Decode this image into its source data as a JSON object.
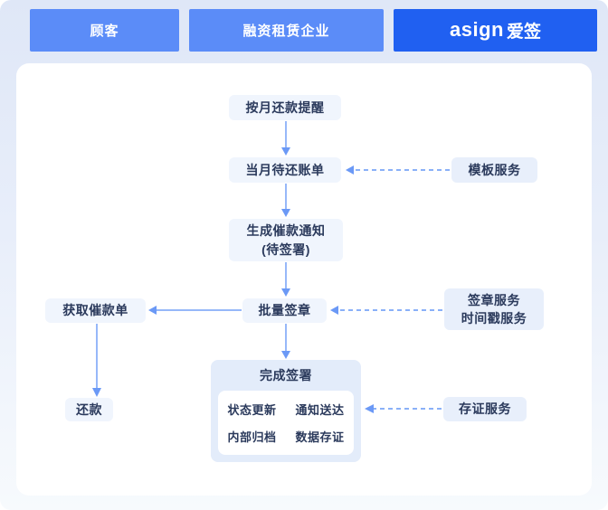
{
  "lanes": [
    {
      "label": "顾客"
    },
    {
      "label": "融资租赁企业"
    }
  ],
  "brand": {
    "latin": "asign",
    "cjk": "爱签"
  },
  "nodes": {
    "monthly_reminder": {
      "label": "按月还款提醒"
    },
    "current_bill": {
      "label": "当月待还账单"
    },
    "generate_notice": {
      "line1": "生成催款通知",
      "line2": "(待签署)"
    },
    "batch_sign": {
      "label": "批量签章"
    },
    "fetch_notice": {
      "label": "获取催款单"
    },
    "repayment": {
      "label": "还款"
    },
    "complete": {
      "title": "完成签署",
      "items": [
        "状态更新",
        "通知送达",
        "内部归档",
        "数据存证"
      ]
    }
  },
  "services": {
    "template": {
      "label": "模板服务"
    },
    "signature": {
      "line1": "签章服务",
      "line2": "时间戳服务"
    },
    "evidence": {
      "label": "存证服务"
    }
  },
  "colors": {
    "band_top": "#dfe7f7",
    "lane_blue": "#5b8cf8",
    "brand_blue": "#2060f1",
    "node_fill": "#f0f5fd",
    "service_fill": "#e8effb",
    "group_fill": "#e3ecfa",
    "text_dark": "#2b3a5c",
    "arrow": "#6b99f6"
  }
}
